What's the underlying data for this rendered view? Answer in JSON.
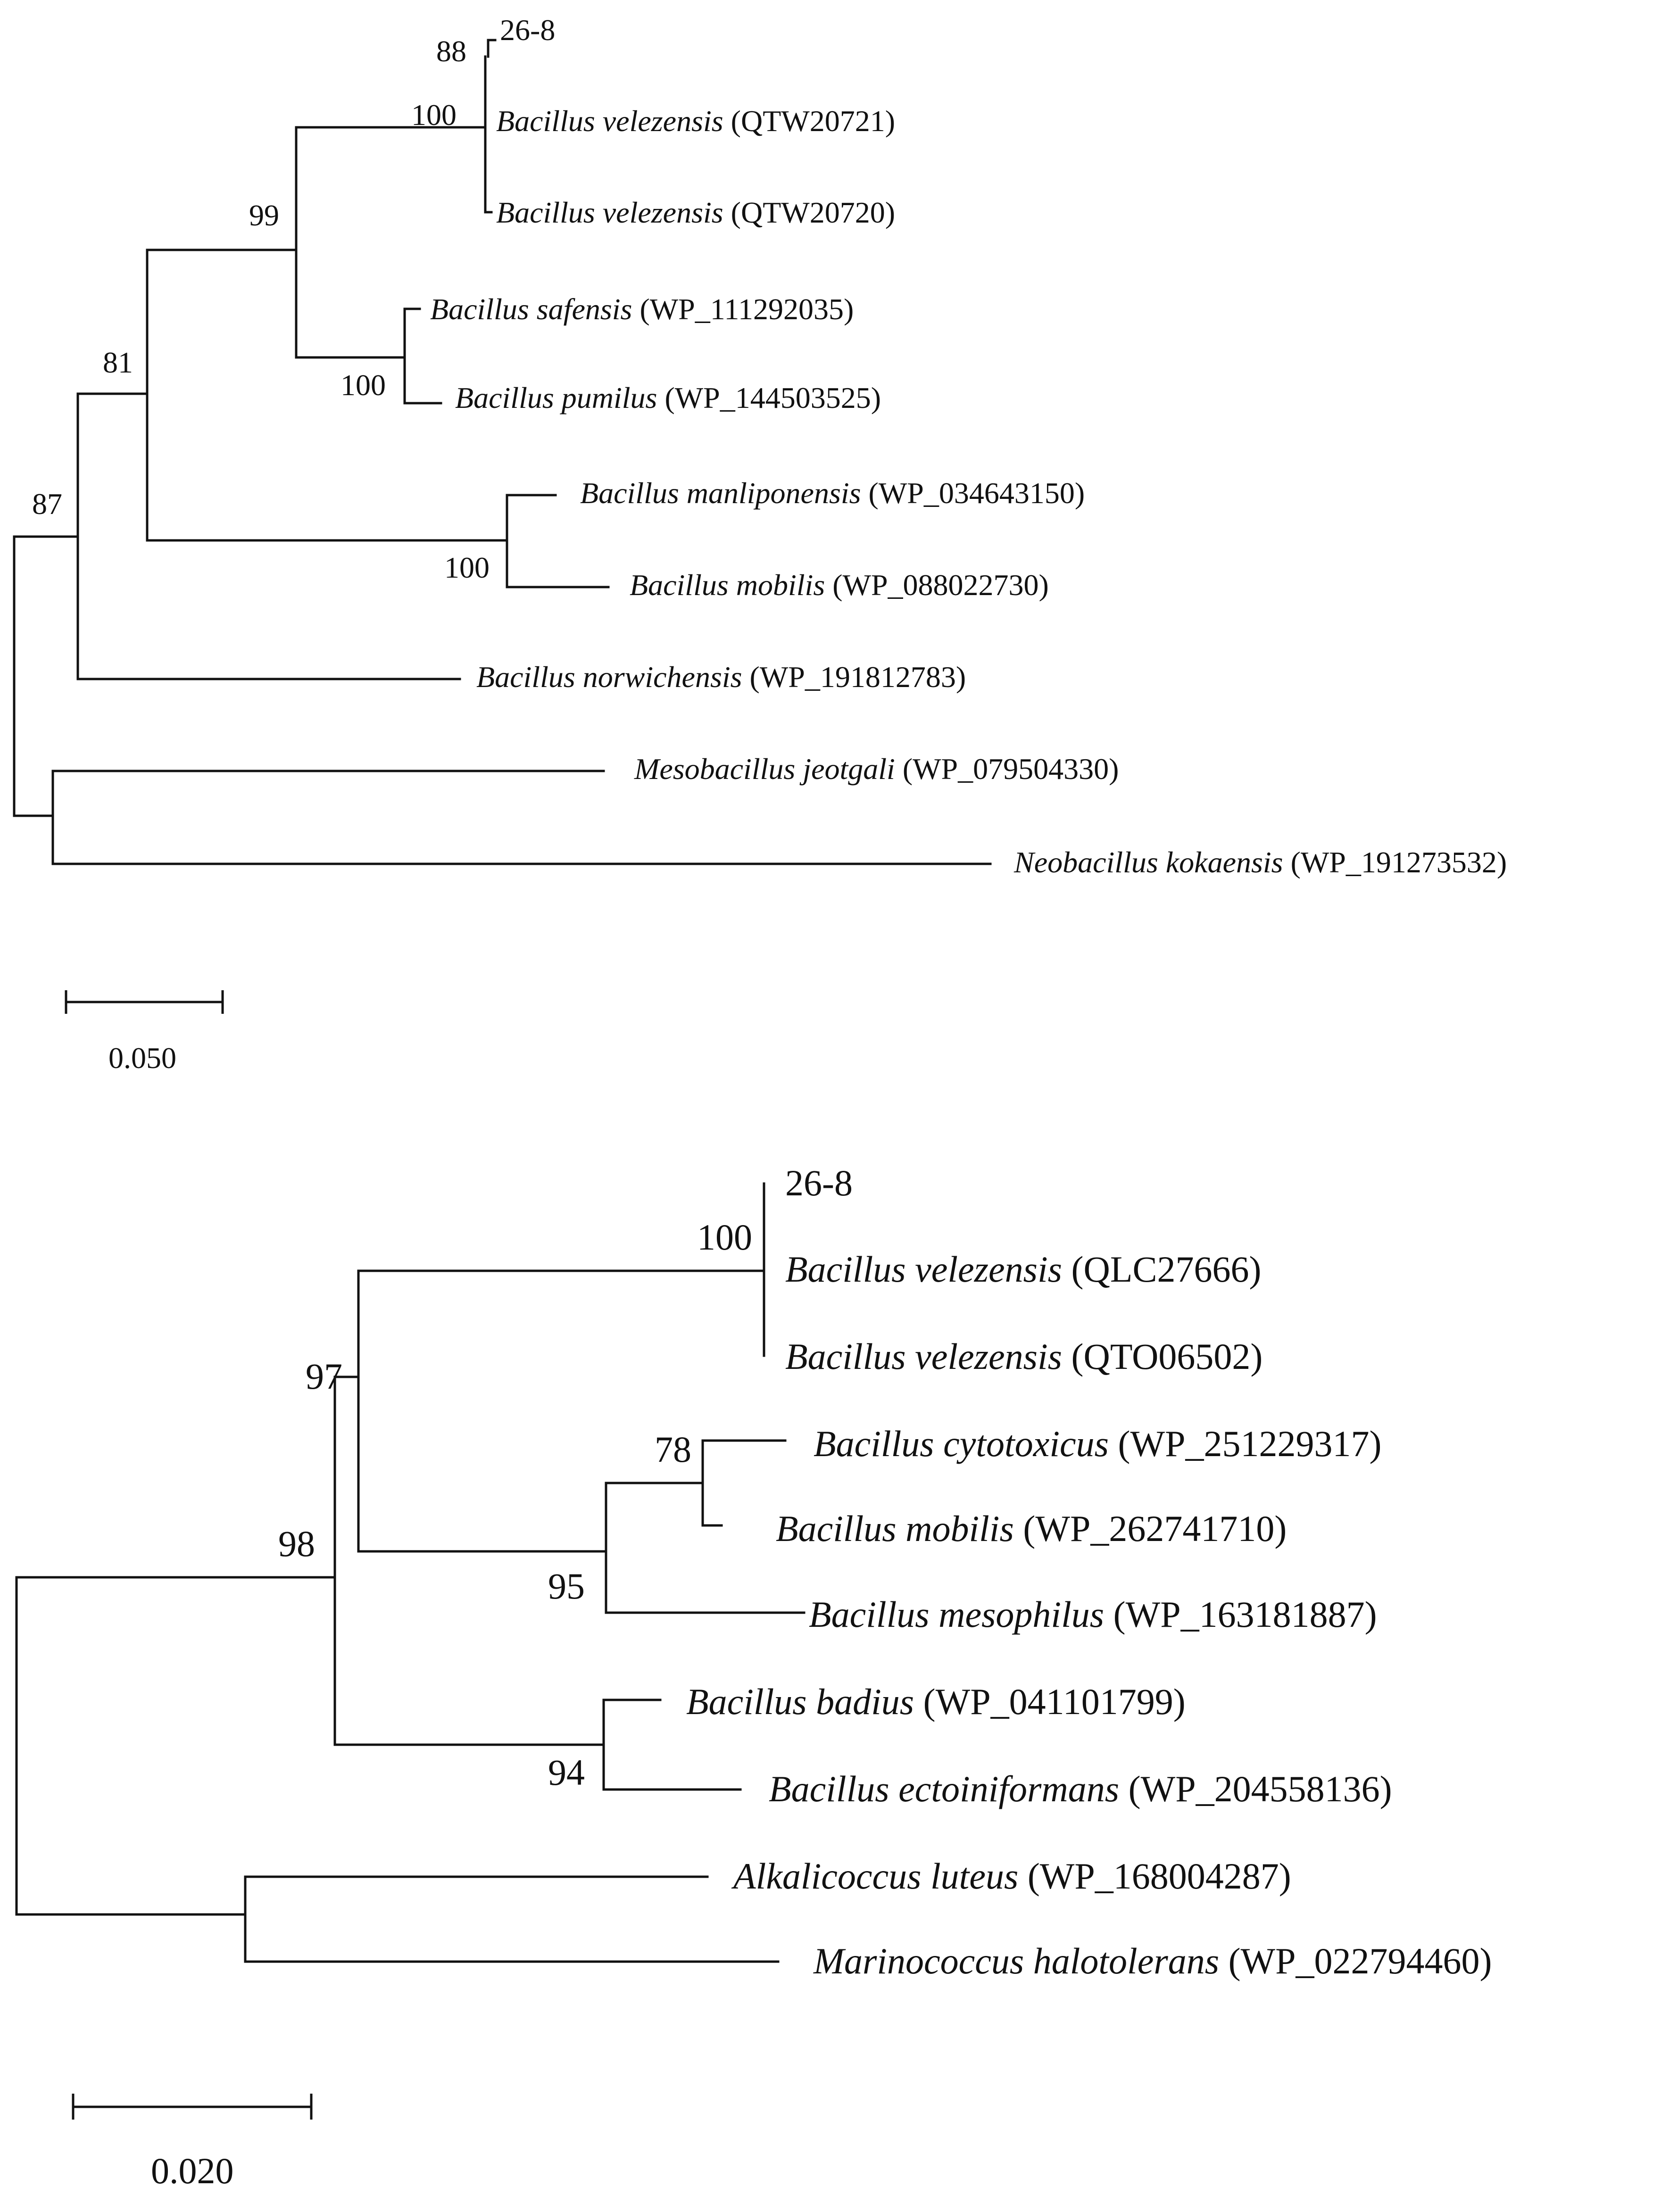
{
  "trees": [
    {
      "leaves": [
        {
          "species": "",
          "accession": "26-8"
        },
        {
          "species": "Bacillus velezensis",
          "accession": "(QTW20721)"
        },
        {
          "species": "Bacillus velezensis",
          "accession": "(QTW20720)"
        },
        {
          "species": "Bacillus safensis",
          "accession": "(WP_111292035)"
        },
        {
          "species": "Bacillus pumilus",
          "accession": "(WP_144503525)"
        },
        {
          "species": "Bacillus manliponensis",
          "accession": "(WP_034643150)"
        },
        {
          "species": "Bacillus mobilis",
          "accession": "(WP_088022730)"
        },
        {
          "species": "Bacillus norwichensis",
          "accession": "(WP_191812783)"
        },
        {
          "species": "Mesobacillus jeotgali",
          "accession": "(WP_079504330)"
        },
        {
          "species": "Neobacillus kokaensis",
          "accession": "(WP_191273532)"
        }
      ],
      "bootstrap": [
        "88",
        "100",
        "99",
        "100",
        "81",
        "100",
        "87"
      ],
      "scale_label": "0.050"
    },
    {
      "leaves": [
        {
          "species": "",
          "accession": "26-8"
        },
        {
          "species": "Bacillus velezensis",
          "accession": "(QLC27666)"
        },
        {
          "species": "Bacillus velezensis",
          "accession": "(QTO06502)"
        },
        {
          "species": "Bacillus cytotoxicus",
          "accession": "(WP_251229317)"
        },
        {
          "species": "Bacillus mobilis",
          "accession": "(WP_262741710)"
        },
        {
          "species": "Bacillus mesophilus",
          "accession": "(WP_163181887)"
        },
        {
          "species": "Bacillus badius",
          "accession": "(WP_041101799)"
        },
        {
          "species": "Bacillus ectoiniformans",
          "accession": "(WP_204558136)"
        },
        {
          "species": "Alkalicoccus luteus",
          "accession": "(WP_168004287)"
        },
        {
          "species": "Marinococcus halotolerans",
          "accession": "(WP_022794460)"
        }
      ],
      "bootstrap": [
        "100",
        "97",
        "78",
        "95",
        "98",
        "94"
      ],
      "scale_label": "0.020"
    }
  ]
}
